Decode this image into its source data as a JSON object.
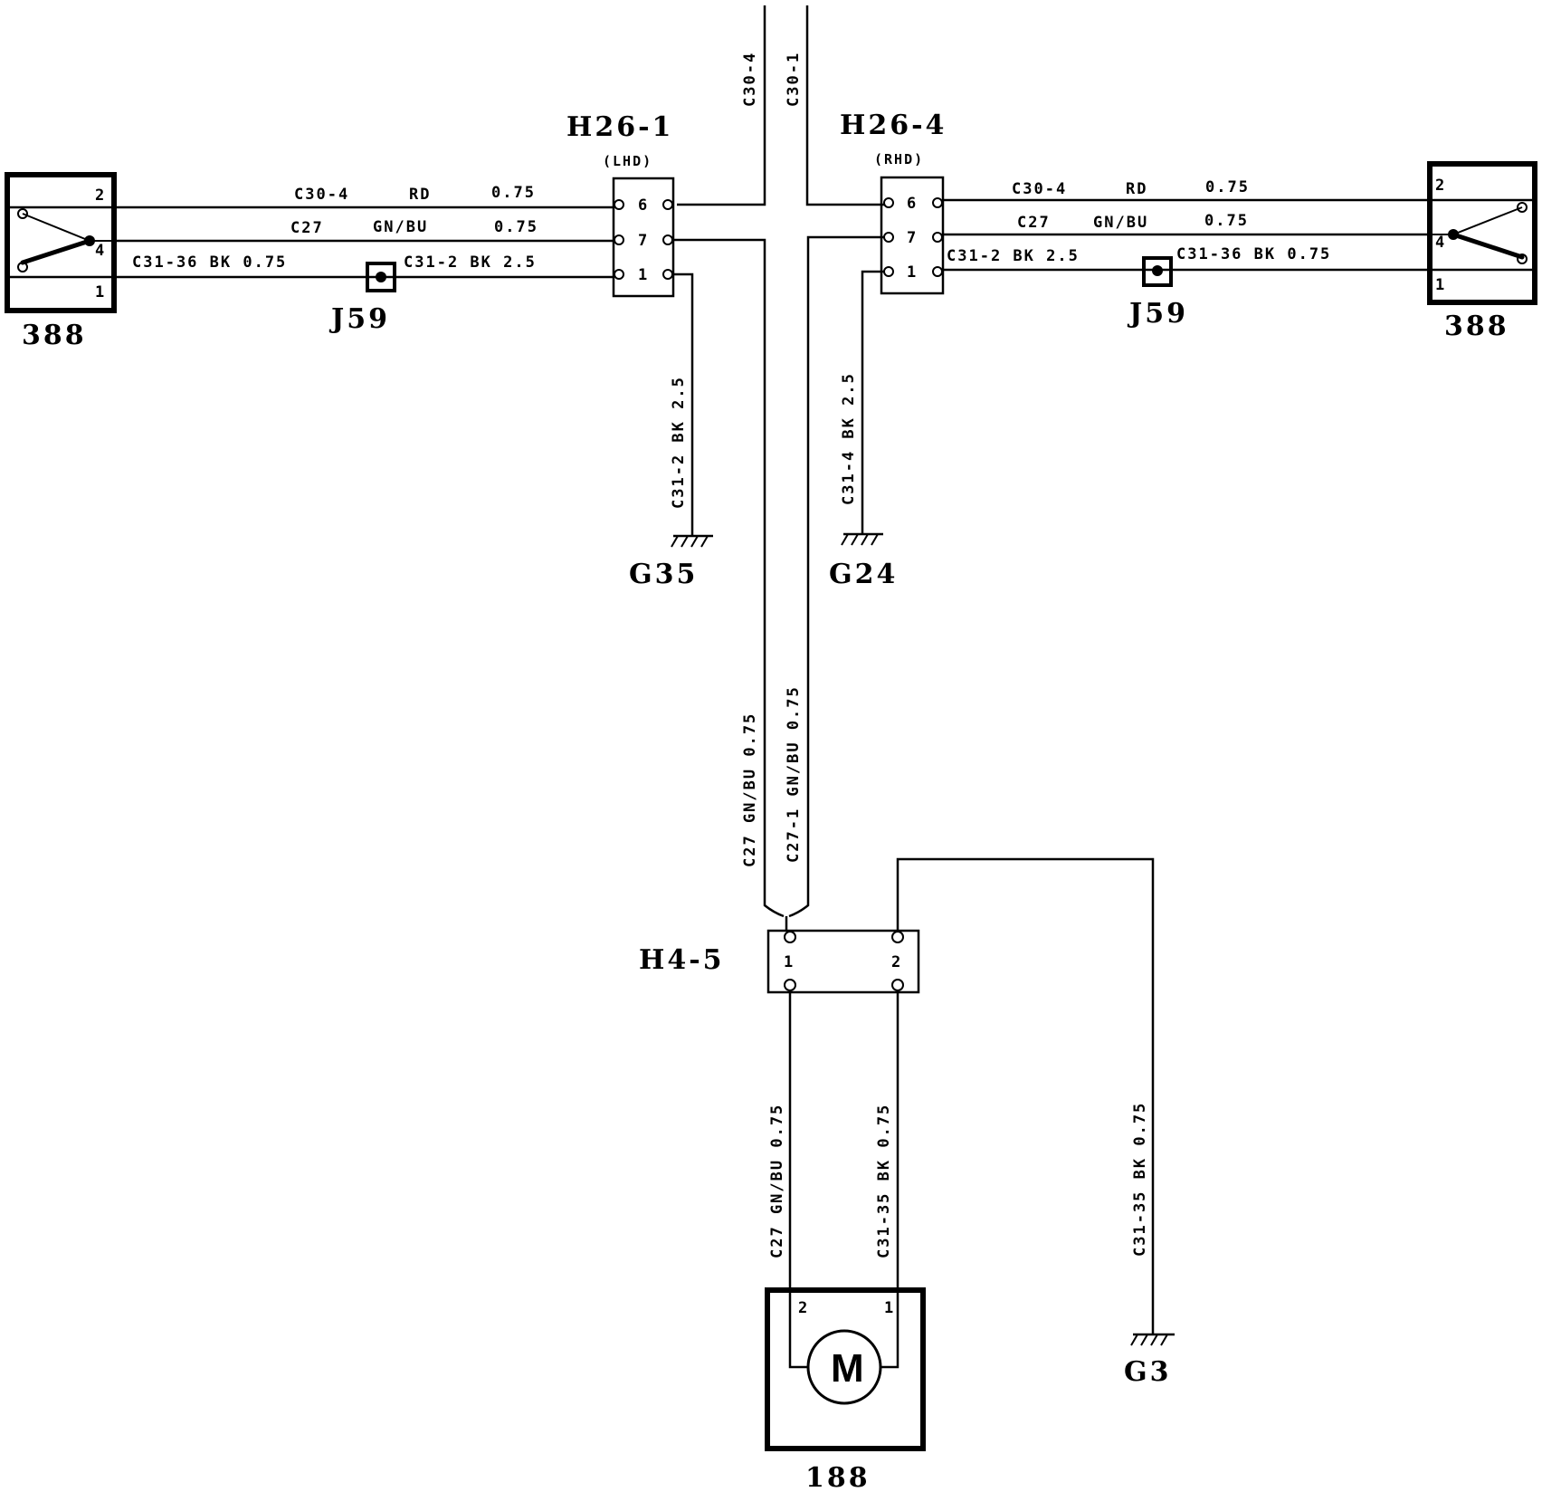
{
  "components": {
    "switch_left": {
      "ref": "388",
      "pins": [
        "2",
        "4",
        "1"
      ]
    },
    "switch_right": {
      "ref": "388",
      "pins": [
        "2",
        "4",
        "1"
      ]
    },
    "splice_left": {
      "ref": "J59"
    },
    "splice_right": {
      "ref": "J59"
    },
    "connector_h26_1": {
      "ref": "H26-1",
      "variant": "(LHD)",
      "pins": [
        "6",
        "7",
        "1"
      ]
    },
    "connector_h26_4": {
      "ref": "H26-4",
      "variant": "(RHD)",
      "pins": [
        "6",
        "7",
        "1"
      ]
    },
    "connector_h4_5": {
      "ref": "H4-5",
      "pins": [
        "1",
        "2"
      ]
    },
    "motor": {
      "ref": "188",
      "symbol": "M",
      "pins": [
        "2",
        "1"
      ]
    },
    "ground_g35": {
      "ref": "G35"
    },
    "ground_g24": {
      "ref": "G24"
    },
    "ground_g3": {
      "ref": "G3"
    }
  },
  "wires": {
    "top_c30_4": "C30-4",
    "top_c30_1": "C30-1",
    "left_row1": {
      "circuit": "C30-4",
      "color": "RD",
      "size": "0.75"
    },
    "left_row2": {
      "circuit": "C27",
      "color": "GN/BU",
      "size": "0.75"
    },
    "left_row3a": "C31-36 BK 0.75",
    "left_row3b": "C31-2 BK 2.5",
    "right_row1": {
      "circuit": "C30-4",
      "color": "RD",
      "size": "0.75"
    },
    "right_row2": {
      "circuit": "C27",
      "color": "GN/BU",
      "size": "0.75"
    },
    "right_row3a": "C31-2 BK 2.5",
    "right_row3b": "C31-36 BK 0.75",
    "ground_g35_wire": "C31-2 BK 2.5",
    "ground_g24_wire": "C31-4 BK 2.5",
    "trunk_left": "C27 GN/BU 0.75",
    "trunk_right": "C27-1 GN/BU 0.75",
    "motor_pin2_wire": "C27 GN/BU 0.75",
    "motor_pin1_wire": "C31-35 BK 0.75",
    "ground_g3_wire": "C31-35 BK 0.75"
  }
}
